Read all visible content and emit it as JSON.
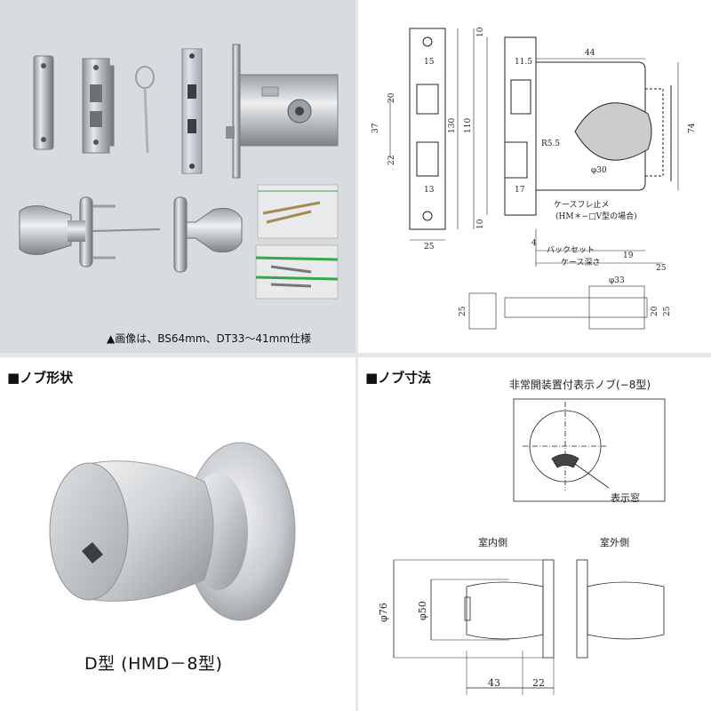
{
  "photo": {
    "caption": "▲画像は、BS64mm、DT33〜41mm仕様"
  },
  "lock_drawing": {
    "dims": {
      "d10_top": "10",
      "d15": "15",
      "d11_5": "11.5",
      "d44": "44",
      "d20a": "20",
      "d37": "37",
      "d130": "130",
      "d110": "110",
      "d74": "74",
      "d22": "22",
      "r5_5": "R5.5",
      "phi30": "φ30",
      "d13": "13",
      "d17": "17",
      "d10_bot": "10",
      "d4": "4",
      "d25a": "25",
      "d19": "19",
      "d25b": "25",
      "phi33": "φ33",
      "d25c": "25",
      "d20b": "20",
      "d25d": "25"
    },
    "labels": {
      "case_fure": "ケースフレ止メ",
      "case_fure_note": "(HM＊−□V型の場合)",
      "backset": "バックセット",
      "case_depth": "ケース深さ"
    }
  },
  "knob_shape": {
    "title": "■ノブ形状",
    "model_label": "D型 (HMD－8型)"
  },
  "knob_dims": {
    "title": "■ノブ寸法",
    "indicator_title": "非常開装置付表示ノブ(−8型)",
    "window_label": "表示窓",
    "inside_label": "室内側",
    "outside_label": "室外側",
    "phi76": "φ76",
    "phi50": "φ50",
    "d43": "43",
    "d22": "22"
  }
}
